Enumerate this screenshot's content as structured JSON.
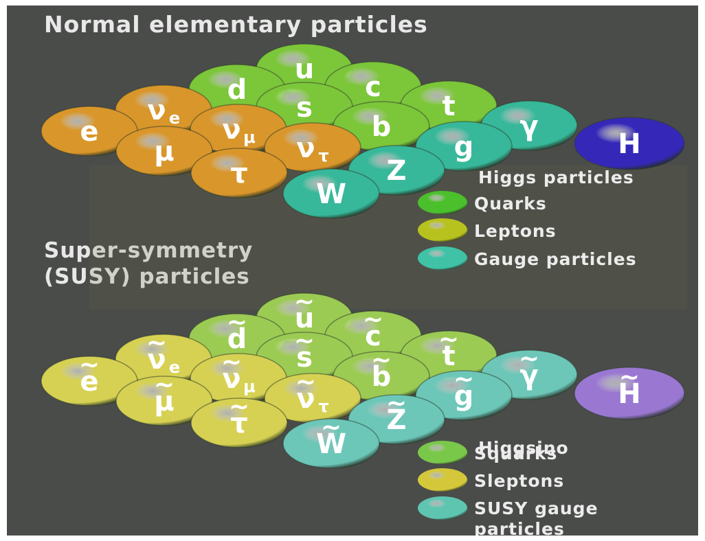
{
  "titles": {
    "normal": "Normal elementary particles",
    "susy_line1": "Super-symmetry",
    "susy_line2": "(SUSY) particles"
  },
  "colors": {
    "background": "#4a4c4a",
    "quark": "#7cc63a",
    "lepton_normal": "#d9962a",
    "gauge": "#37b89a",
    "higgs": "#3528b8",
    "squark": "#9ccb54",
    "slepton": "#d6d153",
    "susy_gauge": "#6cc7b8",
    "higgsino": "#9a78d2"
  },
  "normal": {
    "higgs_label": "Higgs particles",
    "particles": [
      {
        "symbol": "u",
        "kind": "quark"
      },
      {
        "symbol": "d",
        "kind": "quark"
      },
      {
        "symbol": "c",
        "kind": "quark"
      },
      {
        "symbol": "s",
        "kind": "quark"
      },
      {
        "symbol": "t",
        "kind": "quark"
      },
      {
        "symbol": "b",
        "kind": "quark"
      },
      {
        "symbol": "ν",
        "sub": "e",
        "kind": "lepton"
      },
      {
        "symbol": "ν",
        "sub": "μ",
        "kind": "lepton"
      },
      {
        "symbol": "ν",
        "sub": "τ",
        "kind": "lepton"
      },
      {
        "symbol": "e",
        "kind": "lepton"
      },
      {
        "symbol": "μ",
        "kind": "lepton"
      },
      {
        "symbol": "τ",
        "kind": "lepton"
      },
      {
        "symbol": "γ",
        "kind": "gauge"
      },
      {
        "symbol": "g",
        "kind": "gauge"
      },
      {
        "symbol": "Z",
        "kind": "gauge"
      },
      {
        "symbol": "W",
        "kind": "gauge"
      },
      {
        "symbol": "H",
        "kind": "higgs"
      }
    ],
    "legend": [
      {
        "label": "Quarks",
        "color": "#4cbf2c"
      },
      {
        "label": "Leptons",
        "color": "#b8c21e"
      },
      {
        "label": "Gauge particles",
        "color": "#3fc2a6"
      }
    ]
  },
  "susy": {
    "higgs_label": "Higgsino",
    "particles": [
      {
        "symbol": "u",
        "kind": "quark"
      },
      {
        "symbol": "d",
        "kind": "quark"
      },
      {
        "symbol": "c",
        "kind": "quark"
      },
      {
        "symbol": "s",
        "kind": "quark"
      },
      {
        "symbol": "t",
        "kind": "quark"
      },
      {
        "symbol": "b",
        "kind": "quark"
      },
      {
        "symbol": "ν",
        "sub": "e",
        "kind": "lepton"
      },
      {
        "symbol": "ν",
        "sub": "μ",
        "kind": "lepton"
      },
      {
        "symbol": "ν",
        "sub": "τ",
        "kind": "lepton"
      },
      {
        "symbol": "e",
        "kind": "lepton"
      },
      {
        "symbol": "μ",
        "kind": "lepton"
      },
      {
        "symbol": "τ",
        "kind": "lepton"
      },
      {
        "symbol": "γ",
        "kind": "gauge"
      },
      {
        "symbol": "g",
        "kind": "gauge"
      },
      {
        "symbol": "Z",
        "kind": "gauge"
      },
      {
        "symbol": "W",
        "kind": "gauge"
      },
      {
        "symbol": "H",
        "kind": "higgs"
      }
    ],
    "legend": [
      {
        "label": "Squarks",
        "color": "#7ac84a"
      },
      {
        "label": "Sleptons",
        "color": "#d4c83a"
      },
      {
        "label": "SUSY gauge particles",
        "line1": "SUSY gauge",
        "line2": "particles",
        "color": "#5ec6b0"
      }
    ]
  }
}
